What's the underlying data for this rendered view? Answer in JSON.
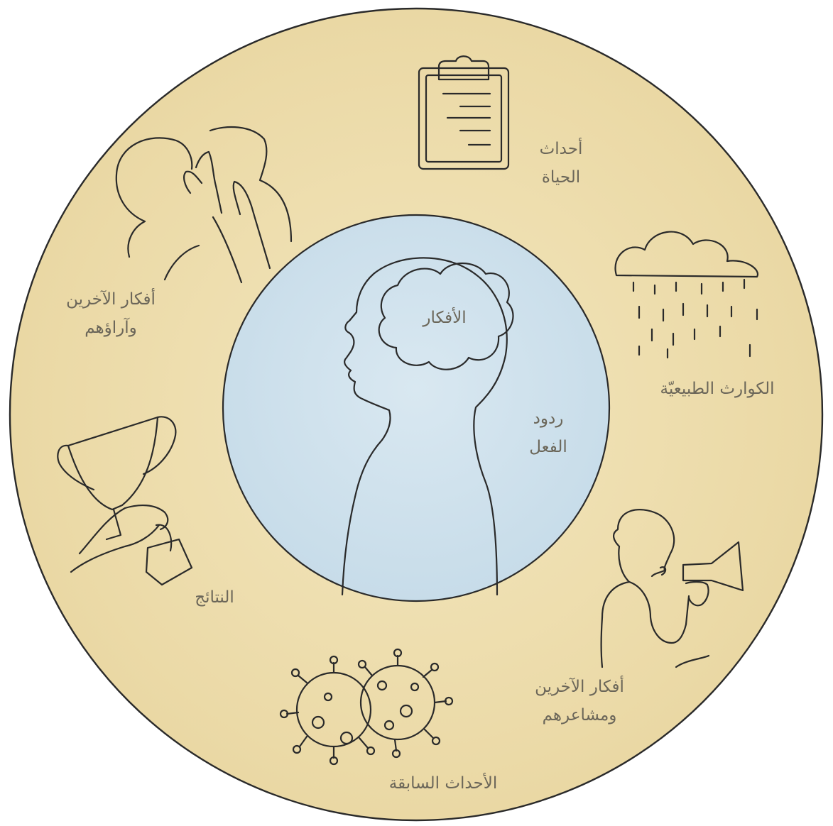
{
  "labels": {
    "thoughts": "الأفكار",
    "reactions": [
      "ردود",
      "الفعل"
    ],
    "life_events": [
      "أحداث",
      "الحياة"
    ],
    "natural_disasters": "الكوارث الطبيعيّة",
    "others_thoughts_feelings": [
      "أفكار الآخرين",
      "ومشاعرهم"
    ],
    "past_events": "الأحداث السابقة",
    "outcomes": "النتائج",
    "others_thoughts_opinions": [
      "أفكار الآخرين",
      "وآراؤهم"
    ]
  },
  "colors": {
    "outer_ring": "#efe0b2",
    "inner_circle": "#cfe1ec",
    "ink": "#2a2a2a",
    "label_text": "#6b6659"
  }
}
